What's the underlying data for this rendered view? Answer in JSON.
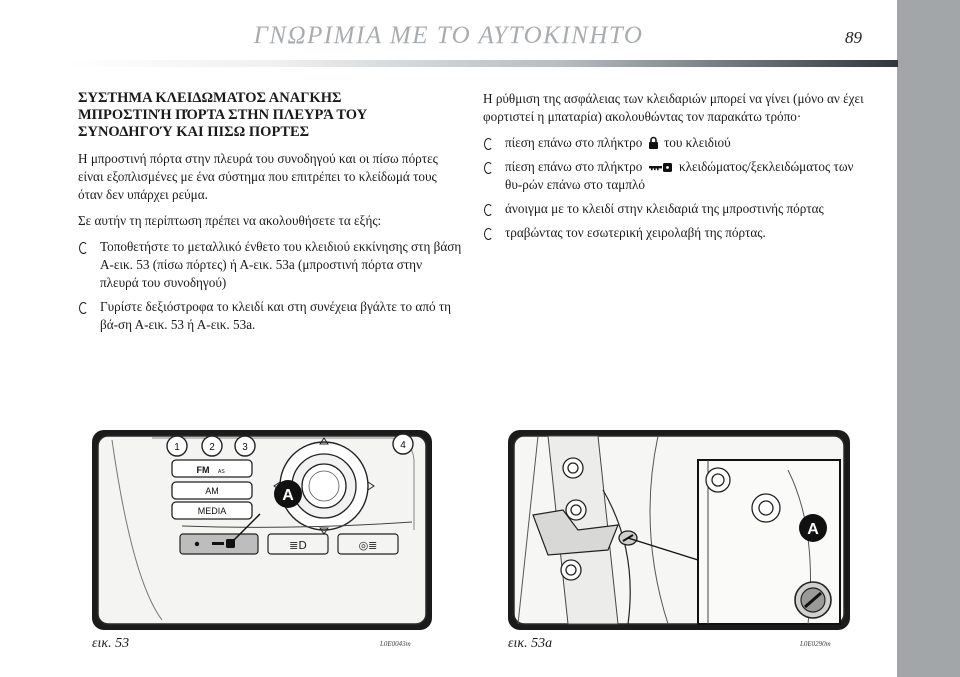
{
  "header": {
    "title": "ΓΝΩΡΙΜΙΑ ΜΕ ΤΟ ΑΥΤΟΚΙΝΗΤΟ",
    "page_number": "89"
  },
  "left_column": {
    "heading_lines": [
      "ΣΥΣΤΗΜΑ ΚΛΕΙΔΩΜΑΤΟΣ ΑΝΑΓΚΗΣ",
      "ΜΠΡΟΣΤΙΝΉ ΠΌΡΤΑ ΣΤΗΝ ΠΛΕΥΡΆ ΤΟΥ",
      "ΣΥΝΟΔΗΓΟΎ ΚΑΙ ΠΙΣΩ ΠΟΡΤΕΣ"
    ],
    "intro": "Η μπροστινή πόρτα στην πλευρά του συνοδηγού και οι πίσω πόρτες είναι εξοπλισμένες με ένα σύστημα που επιτρέπει το κλείδωμά τους όταν δεν υπάρχει ρεύμα.",
    "steps_intro": "Σε αυτήν τη περίπτωση πρέπει να ακολουθήσετε τα εξής:",
    "steps": [
      "Τοποθετήστε το μεταλλικό ένθετο του κλειδιού εκκίνησης στη βάση Α-εικ. 53 (πίσω πόρτες) ή Α-εικ. 53a (μπροστινή πόρτα στην πλευρά του συνοδηγού)",
      "Γυρίστε δεξιόστροφα το κλειδί και στη συνέχεια βγάλτε το από τη βά-ση Α-εικ. 53 ή Α-εικ. 53a."
    ]
  },
  "right_column": {
    "intro": "Η ρύθμιση της ασφάλειας των κλειδαριών μπορεί να γίνει (μόνο αν έχει φορτιστεί η μπαταρία) ακολουθώντας τον παρακάτω τρόπο·",
    "items": [
      {
        "before": "πίεση επάνω στο πλήκτρο",
        "icon": "padlock-icon",
        "after": "του κλειδιού"
      },
      {
        "before": "πίεση επάνω στο πλήκτρο",
        "icon": "key-lock-icon",
        "after": "κλειδώματος/ξεκλειδώματος των θυ-ρών επάνω στο ταμπλό"
      },
      {
        "before": "άνοιγμα με το κλειδί στην κλειδαριά της μπροστινής πόρτας",
        "icon": "",
        "after": ""
      },
      {
        "before": "τραβώντας τον εσωτερική χειρολαβή της πόρτας.",
        "icon": "",
        "after": ""
      }
    ]
  },
  "figures": [
    {
      "caption": "εικ. 53",
      "code": "L0E0043m",
      "callout": "A",
      "preset_buttons": [
        "1",
        "2",
        "3",
        "4"
      ],
      "band_buttons": [
        "FM",
        "AS",
        "AM",
        "MEDIA"
      ]
    },
    {
      "caption": "εικ. 53a",
      "code": "L0E0290m",
      "callout": "A"
    }
  ],
  "colors": {
    "sidebar": "#a2a6a8",
    "header_title": "#a9acae",
    "figure_background": "#1b1b1b"
  }
}
